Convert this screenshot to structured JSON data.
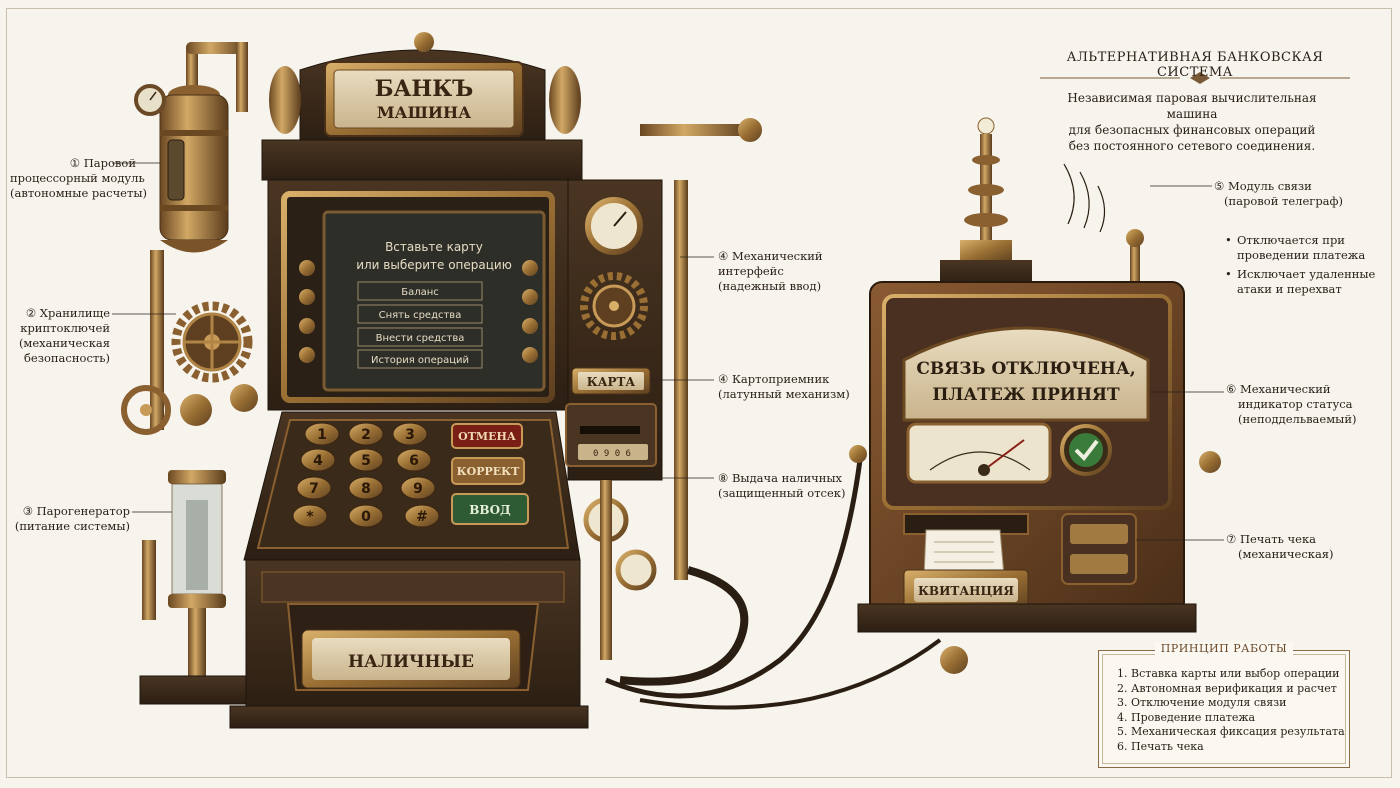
{
  "header": {
    "title": "АЛЬТЕРНАТИВНАЯ БАНКОВСКАЯ СИСТЕМА",
    "description": [
      "Независимая паровая вычислительная машина",
      "для безопасных финансовых операций",
      "без постоянного сетевого соединения."
    ]
  },
  "machine": {
    "sign_line1": "БАНКЪ",
    "sign_line2": "МАШИНА",
    "screen_prompt_line1": "Вставьте карту",
    "screen_prompt_line2": "или выберите операцию",
    "menu": [
      "Баланс",
      "Снять средства",
      "Внести средства",
      "История операций"
    ],
    "keypad": [
      "1",
      "2",
      "3",
      "4",
      "5",
      "6",
      "7",
      "8",
      "9",
      "*",
      "0",
      "#"
    ],
    "cancel_label": "ОТМЕНА",
    "correct_label": "КОРРЕКТ",
    "enter_label": "ВВОД",
    "card_plate": "КАРТА",
    "cash_plate": "НАЛИЧНЫЕ",
    "card_counter": "0 9 0 6"
  },
  "telegraph": {
    "status_line1": "СВЯЗЬ ОТКЛЮЧЕНА,",
    "status_line2": "ПЛАТЕЖ ПРИНЯТ",
    "receipt_plate": "КВИТАНЦИЯ"
  },
  "labels": {
    "l1": [
      "① Паровой",
      "процессорный модуль",
      "(автономные расчеты)"
    ],
    "l2": [
      "② Хранилище",
      "криптоключей",
      "(механическая",
      "безопасность)"
    ],
    "l3": [
      "③ Парогенератор",
      "(питание системы)"
    ],
    "l4a": [
      "④ Механический",
      "интерфейс",
      "(надежный ввод)"
    ],
    "l4b": [
      "④ Картоприемник",
      "(латунный механизм)"
    ],
    "l8": [
      "⑧ Выдача наличных",
      "(защищенный отсек)"
    ],
    "l5": [
      "⑤ Модуль связи",
      "(паровой телеграф)"
    ],
    "l6": [
      "⑥ Механический",
      "индикатор статуса",
      "(неподдельваемый)"
    ],
    "l7": [
      "⑦ Печать чека",
      "(механическая)"
    ]
  },
  "bullets": [
    "Отключается при",
    "проведении платежа",
    "Исключает удаленные",
    "атаки и перехват"
  ],
  "principle": {
    "heading": "ПРИНЦИП РАБОТЫ",
    "steps": [
      "1.  Вставка карты или выбор операции",
      "2.  Автономная верификация и расчет",
      "3.  Отключение модуля связи",
      "4.  Проведение платежа",
      "5.  Механическая фиксация результата",
      "6.  Печать чека"
    ]
  },
  "colors": {
    "brass": "#a77a3c",
    "dark_wood": "#3b2a1a",
    "screen": "#2e2e28",
    "cancel": "#7a1f16",
    "enter": "#2f5b34",
    "check": "#3a7a3a"
  }
}
